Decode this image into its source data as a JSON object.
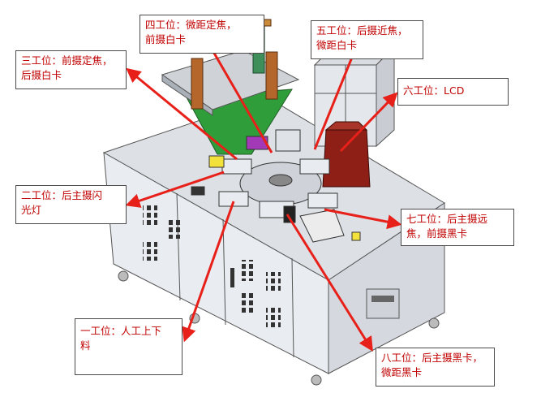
{
  "callouts": {
    "station4": "四工位：微距定焦，\n前摄白卡",
    "station5": "五工位：后摄近焦，\n微距白卡",
    "station3": "三工位：前摄定焦，\n后摄白卡",
    "station6": "六工位：LCD",
    "station2": "二工位：后主摄闪\n光灯",
    "station7": "七工位：后主摄远\n焦，前摄黑卡",
    "station1": "一工位：人工上下\n料",
    "station8": "八工位：后主摄黑卡，\n微距黑卡"
  },
  "colors": {
    "arrow": "#e8201a",
    "callout_text": "#c00000",
    "machine_outline": "#555555",
    "machine_panel": "#e6e9ee",
    "hopper_green": "#2f9e3a",
    "tower_red": "#8e1f17",
    "accent_yellow": "#f4e23c",
    "accent_purple": "#a23ab8",
    "bracket_orange": "#b5672b",
    "bracket_green": "#3f8f5a"
  }
}
